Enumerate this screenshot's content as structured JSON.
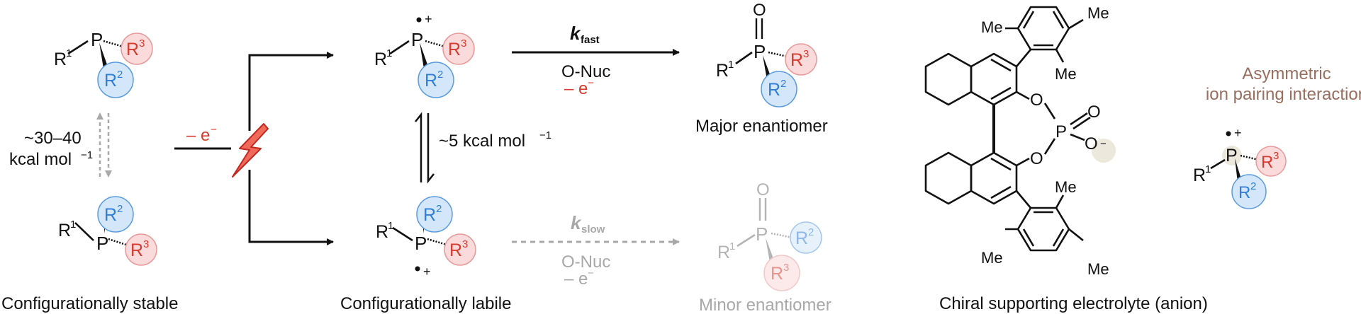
{
  "labels": {
    "r1": "R",
    "r2": "R",
    "r3": "R",
    "sup1": "1",
    "sup2": "2",
    "sup3": "3",
    "p": "P",
    "o": "O",
    "me": "Me",
    "radical_cation_charge": "+",
    "anion_charge": "−"
  },
  "left": {
    "barrier_line1": "~30–40",
    "barrier_line2": "kcal mol",
    "barrier_sup": "−1",
    "caption": "Configurationally stable"
  },
  "oxidation": {
    "label": "– e",
    "sup": "−"
  },
  "middle": {
    "interconversion": "~5 kcal mol",
    "interconversion_sup": "−1",
    "caption": "Configurationally labile"
  },
  "fast_path": {
    "k": "k",
    "sub": "fast",
    "nucleophile": "O-Nuc",
    "electron_loss": "– e",
    "electron_sup": "−",
    "product_caption": "Major enantiomer"
  },
  "slow_path": {
    "k": "k",
    "sub": "slow",
    "nucleophile": "O-Nuc",
    "electron_loss": "– e",
    "electron_sup": "−",
    "product_caption": "Minor enantiomer"
  },
  "right": {
    "interaction_line1": "Asymmetric",
    "interaction_line2": "ion pairing interaction",
    "caption": "Chiral supporting electrolyte (anion)"
  },
  "colors": {
    "ink": "#111111",
    "grey": "#a8a8a8",
    "blue": "#2f7fd6",
    "blue_fill": "#d4e7fa",
    "red": "#d63b2f",
    "red_fill": "#fadada",
    "brown": "#9a6e5f",
    "bolt": "#d9342b"
  }
}
